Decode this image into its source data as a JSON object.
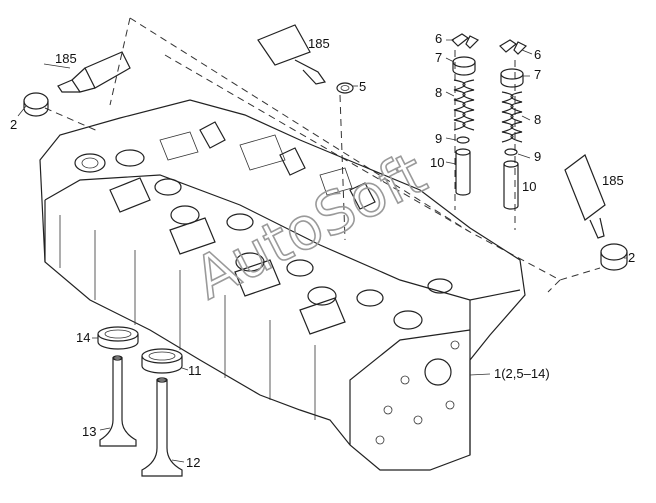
{
  "callouts": {
    "tube_left": "185",
    "tube_top": "185",
    "tube_right": "185",
    "cap_left": "2",
    "cap_right": "2",
    "seal_top": "5",
    "keeper_a": "6",
    "keeper_b": "6",
    "retainer_a": "7",
    "retainer_b": "7",
    "spring_a": "8",
    "spring_b": "8",
    "seal_a": "9",
    "seal_b": "9",
    "guide_a": "10",
    "guide_b": "10",
    "insert_a": "11",
    "exhaust_valve": "12",
    "intake_valve": "13",
    "insert_b": "14",
    "assembly": "1(2,5–14)"
  },
  "watermark": "AutoSoft"
}
